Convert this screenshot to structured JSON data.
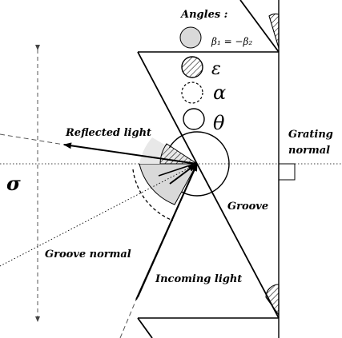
{
  "legend": {
    "title": "Angles :",
    "items": [
      {
        "symbol": "β₁ = −β₂",
        "swatch": "solid-gray-circle"
      },
      {
        "symbol": "ε",
        "swatch": "hatched-circle"
      },
      {
        "symbol": "α",
        "swatch": "dashed-circle"
      },
      {
        "symbol": "θ",
        "swatch": "open-circle"
      }
    ]
  },
  "labels": {
    "reflected_light": "Reflected light",
    "grating_normal": "Grating normal",
    "groove": "Groove",
    "groove_normal": "Groove normal",
    "incoming_light": "Incoming light",
    "sigma": "σ"
  },
  "colors": {
    "stroke": "#000000",
    "gray_fill": "#d9d9d9",
    "light_gray_fill": "#e8e8e8",
    "dashed_gray": "#555555"
  }
}
